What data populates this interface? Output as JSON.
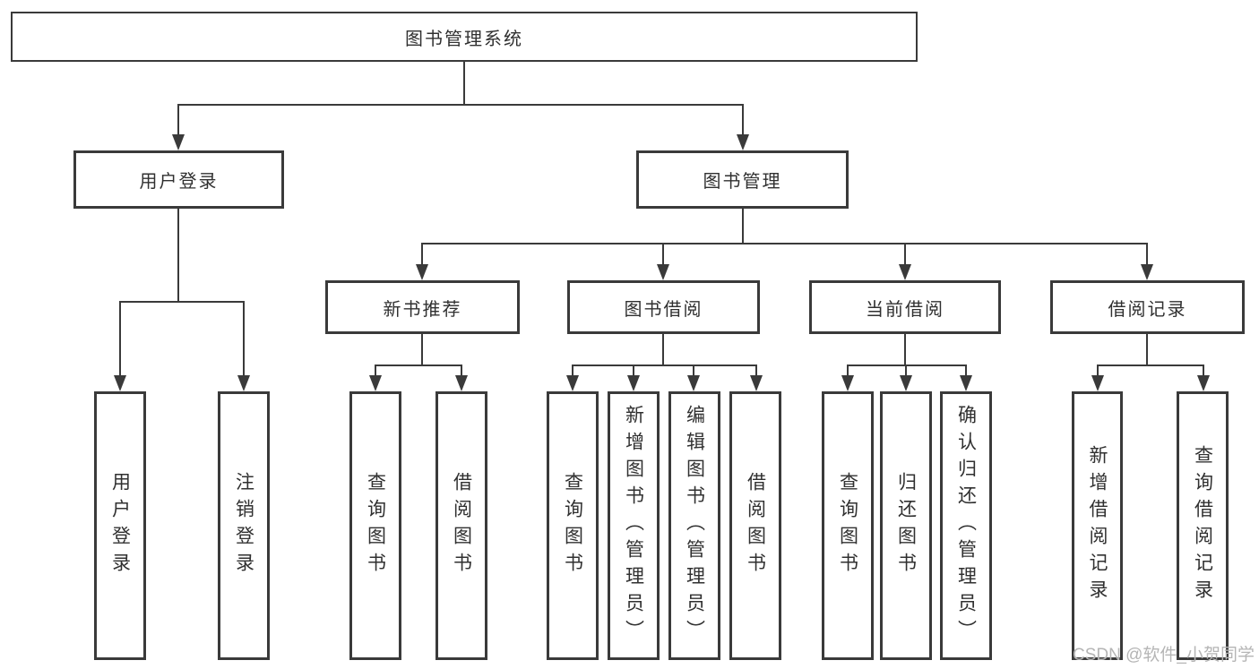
{
  "colors": {
    "line": "#3a3a3a",
    "text": "#303030",
    "background": "#ffffff",
    "watermark": "#b5b5b5"
  },
  "watermark": {
    "text": "CSDN @软件_小贺同学"
  },
  "nodes": {
    "root": "图书管理系统",
    "user_login": "用户登录",
    "book_mgmt": "图书管理",
    "new_book": "新书推荐",
    "book_borrow": "图书借阅",
    "current_borrow": "当前借阅",
    "borrow_records": "借阅记录",
    "leaves": {
      "user_login": [
        "用户登录",
        "注销登录"
      ],
      "new_book": [
        "查询图书",
        "借阅图书"
      ],
      "book_borrow": [
        "查询图书",
        "新增图书（管理员）",
        "编辑图书（管理员）",
        "借阅图书"
      ],
      "current_borrow": [
        "查询图书",
        "归还图书",
        "确认归还（管理员）"
      ],
      "borrow_records": [
        "新增借阅记录",
        "查询借阅记录"
      ]
    }
  }
}
